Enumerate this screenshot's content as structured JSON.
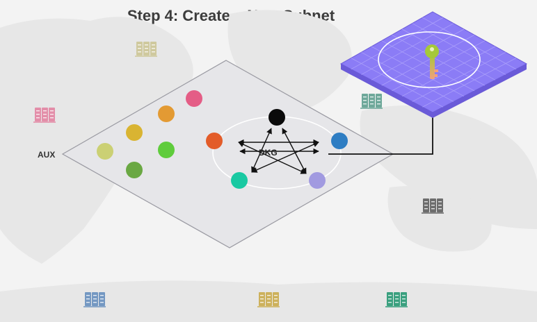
{
  "title": "Step 4: Create a New Subnet",
  "plane_label": "AUX",
  "ring_label": "DKG",
  "colors": {
    "background": "#f3f3f3",
    "map": "#e7e7e7",
    "plane_fill": "#e6e6e9",
    "plane_stroke": "#9a9aa2",
    "subnet_fill": "#8b7cf6",
    "subnet_edge": "#6a5ad8",
    "key_top": "#a5c93a",
    "key_bottom": "#f2a07a"
  },
  "nodes": [
    {
      "name": "pink-node",
      "color": "#e45d86"
    },
    {
      "name": "orange-node",
      "color": "#e39a33"
    },
    {
      "name": "mustard-node",
      "color": "#d9b432"
    },
    {
      "name": "green-node",
      "color": "#5fcc3c"
    },
    {
      "name": "lime-node",
      "color": "#cbd074"
    },
    {
      "name": "olive-node",
      "color": "#6aa843"
    },
    {
      "name": "red-orange-node",
      "color": "#e35c29"
    },
    {
      "name": "black-node",
      "color": "#0a0a0a"
    },
    {
      "name": "blue-node",
      "color": "#2e7dc3"
    },
    {
      "name": "teal-node",
      "color": "#19c9a2"
    },
    {
      "name": "lavender-node",
      "color": "#a19ae0"
    }
  ],
  "servers": [
    {
      "name": "server-icon-beige",
      "color": "#cfc99e"
    },
    {
      "name": "server-icon-pink",
      "color": "#e38ea9"
    },
    {
      "name": "server-icon-teal",
      "color": "#6ea89a"
    },
    {
      "name": "server-icon-gray",
      "color": "#6d6d6d"
    },
    {
      "name": "server-icon-blue",
      "color": "#7498c2"
    },
    {
      "name": "server-icon-gold",
      "color": "#cdb15c"
    },
    {
      "name": "server-icon-green",
      "color": "#3aa07f"
    }
  ]
}
